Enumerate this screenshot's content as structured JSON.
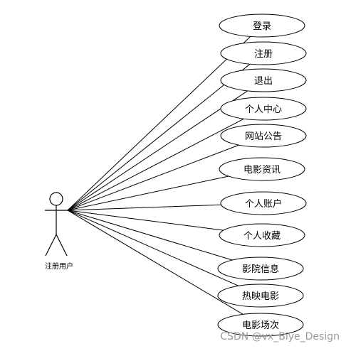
{
  "actor": {
    "label": "注册用户"
  },
  "use_cases": [
    "登录",
    "注册",
    "退出",
    "个人中心",
    "网站公告",
    "电影资讯",
    "个人账户",
    "个人收藏",
    "影院信息",
    "热映电影",
    "电影场次"
  ],
  "watermark": "CSDN @vx_Biye_Design"
}
